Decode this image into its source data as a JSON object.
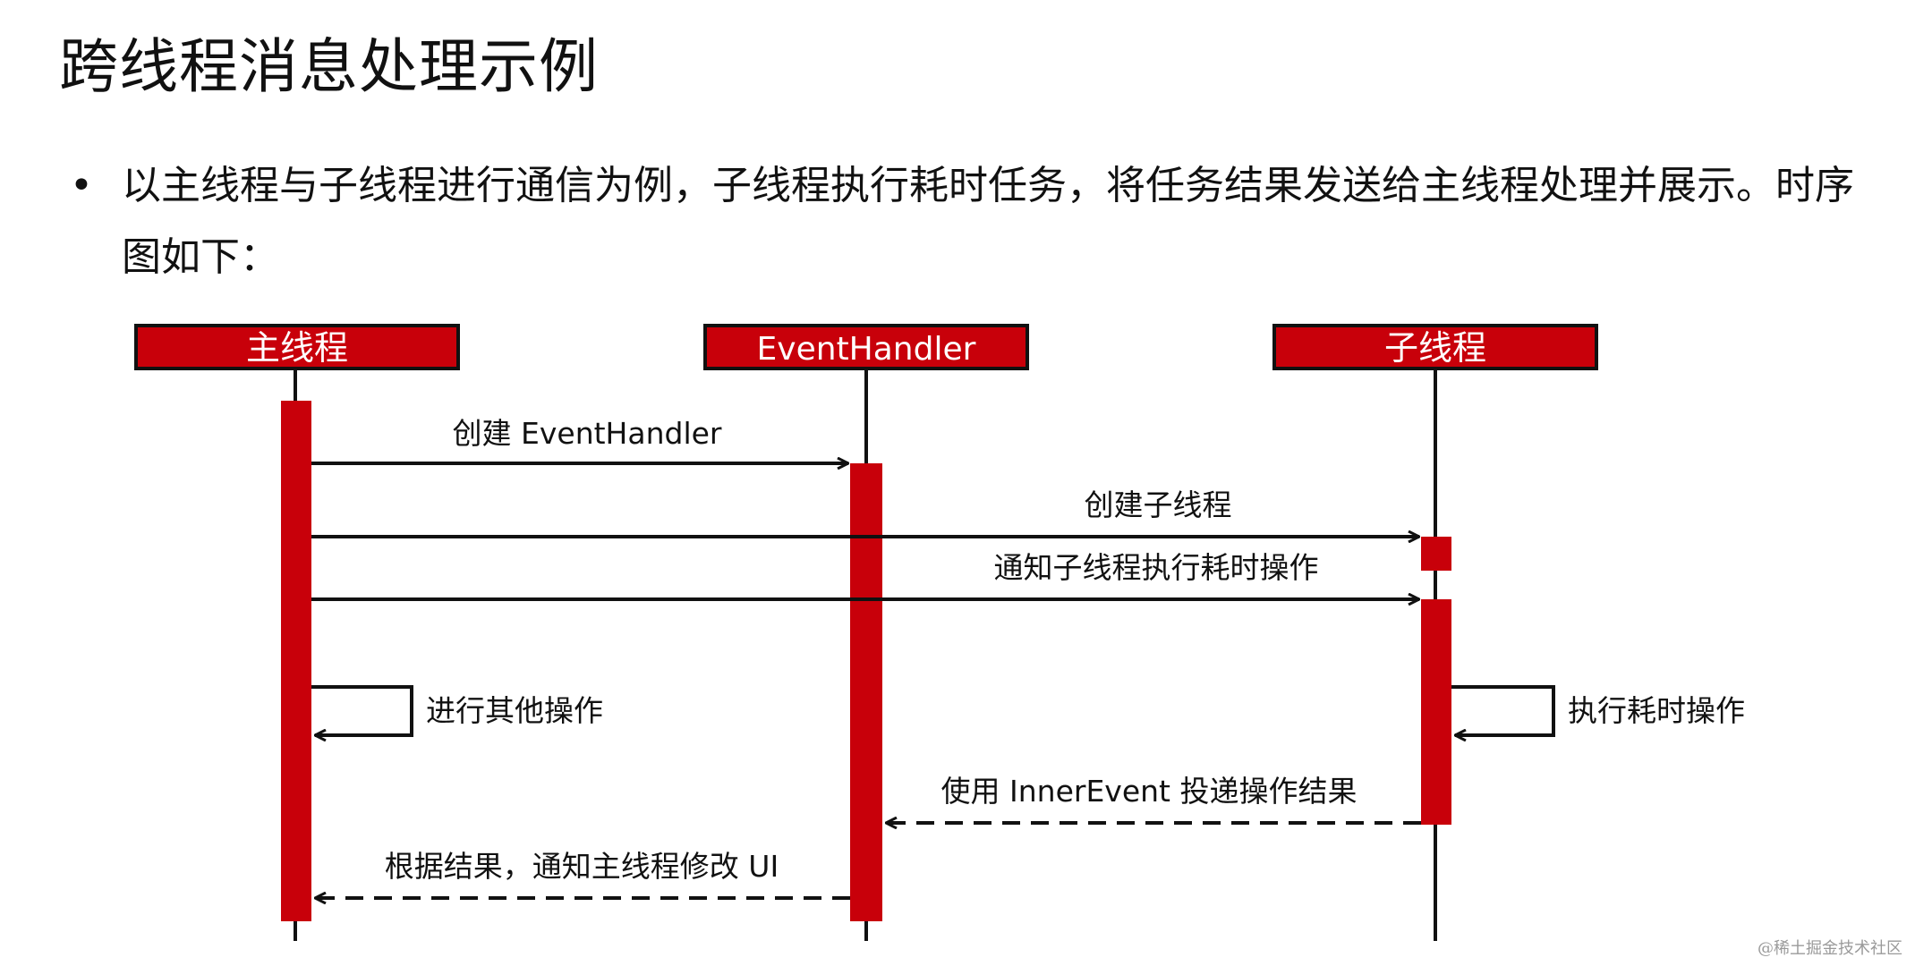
{
  "slide": {
    "title": "跨线程消息处理示例",
    "bullet_symbol": "•",
    "bullet_text": "以主线程与子线程进行通信为例，子线程执行耗时任务，将任务结果发送给主线程处理并展示。时序图如下："
  },
  "diagram": {
    "lifelines": [
      {
        "id": "main",
        "label": "主线程"
      },
      {
        "id": "handler",
        "label": "EventHandler"
      },
      {
        "id": "sub",
        "label": "子线程"
      }
    ],
    "messages": [
      {
        "from": "main",
        "to": "handler",
        "label": "创建 EventHandler",
        "style": "solid"
      },
      {
        "from": "main",
        "to": "sub",
        "label": "创建子线程",
        "style": "solid"
      },
      {
        "from": "main",
        "to": "sub",
        "label": "通知子线程执行耗时操作",
        "style": "solid"
      },
      {
        "from": "main",
        "to": "main",
        "label": "进行其他操作",
        "style": "self"
      },
      {
        "from": "sub",
        "to": "sub",
        "label": "执行耗时操作",
        "style": "self"
      },
      {
        "from": "sub",
        "to": "handler",
        "label": "使用 InnerEvent 投递操作结果",
        "style": "dashed"
      },
      {
        "from": "handler",
        "to": "main",
        "label": "根据结果，通知主线程修改 UI",
        "style": "dashed"
      }
    ],
    "colors": {
      "header_fill": "#c8000a",
      "activation_fill": "#c8000a",
      "header_text": "#ffffff",
      "line": "#111111"
    }
  },
  "watermark": "@稀土掘金技术社区"
}
